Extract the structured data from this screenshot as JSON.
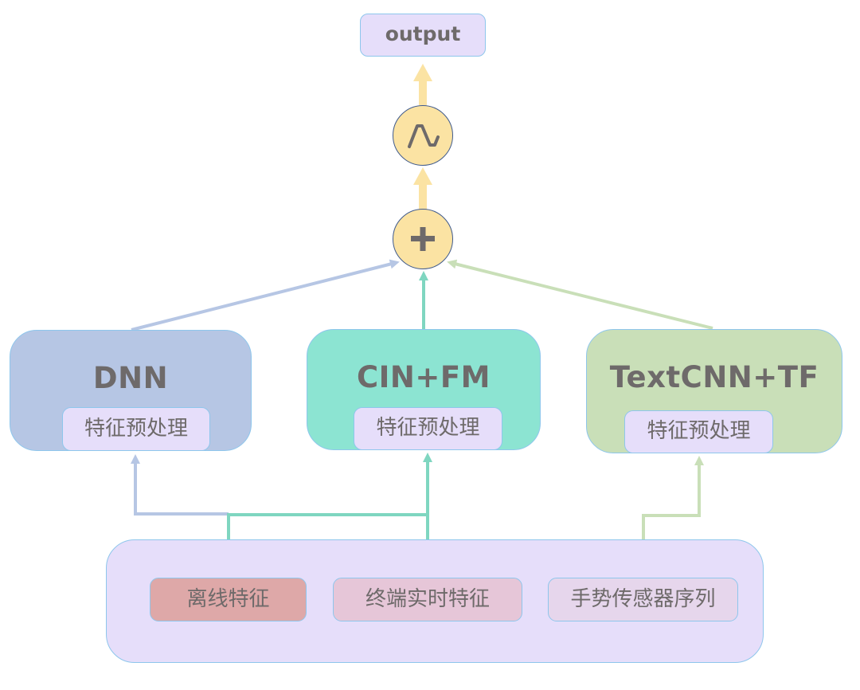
{
  "diagram": {
    "output": {
      "label": "output"
    },
    "activation": {
      "icon": "sine-wave-icon"
    },
    "sum": {
      "icon": "plus-icon"
    },
    "models": [
      {
        "title": "DNN",
        "sub": "特征预处理",
        "color": "#b6c6e4"
      },
      {
        "title": "CIN+FM",
        "sub": "特征预处理",
        "color": "#8ce4d2"
      },
      {
        "title": "TextCNN+TF",
        "sub": "特征预处理",
        "color": "#c9dfb8"
      }
    ],
    "inputs": [
      {
        "label": "离线特征",
        "color": "#dea8a8"
      },
      {
        "label": "终端实时特征",
        "color": "#e6c6d8"
      },
      {
        "label": "手势传感器序列",
        "color": "#e6d6ec"
      }
    ],
    "edge_colors": {
      "dnn": "#b6c6e4",
      "cin": "#7fd6c0",
      "textcnn": "#c9dfb8",
      "top": "#fbe3a3"
    }
  }
}
